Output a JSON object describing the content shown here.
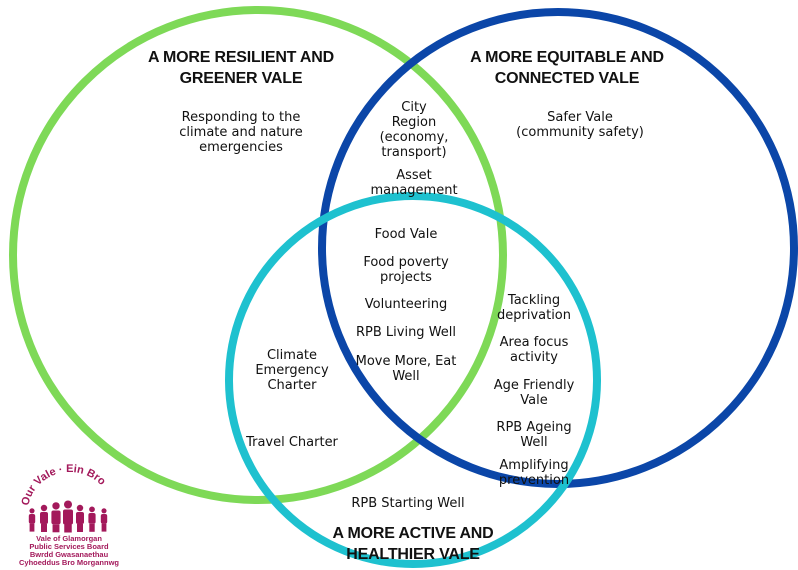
{
  "circles": {
    "resilient": {
      "color": "#7ed957",
      "title_lines": [
        "A MORE RESILIENT AND",
        "GREENER VALE"
      ],
      "items": [
        [
          "Responding to the",
          "climate and nature",
          "emergencies"
        ]
      ]
    },
    "equitable": {
      "color": "#0b46a8",
      "title_lines": [
        "A MORE EQUITABLE AND",
        "CONNECTED VALE"
      ],
      "items": [
        [
          "Safer Vale",
          "(community safety)"
        ]
      ]
    },
    "active": {
      "color": "#1ec1cf",
      "title_lines": [
        "A MORE ACTIVE AND",
        "HEALTHIER VALE"
      ],
      "items": [
        [
          "RPB Starting Well"
        ]
      ]
    }
  },
  "overlaps": {
    "resilient_equitable": [
      [
        "City",
        "Region",
        "(economy,",
        "transport)"
      ],
      [
        "Asset",
        "management"
      ]
    ],
    "all_three": [
      [
        "Food Vale"
      ],
      [
        "Food poverty",
        "projects"
      ],
      [
        "Volunteering"
      ],
      [
        "RPB Living Well"
      ],
      [
        "Move More, Eat",
        "Well"
      ]
    ],
    "resilient_active": [
      [
        "Climate",
        "Emergency",
        "Charter"
      ],
      [
        "Travel Charter"
      ]
    ],
    "equitable_active": [
      [
        "Tackling",
        "deprivation"
      ],
      [
        "Area focus",
        "activity"
      ],
      [
        "Age Friendly",
        "Vale"
      ],
      [
        "RPB Ageing",
        "Well"
      ],
      [
        "Amplifying",
        "prevention"
      ]
    ]
  },
  "logo": {
    "arc_text": "Our Vale · Ein Bro",
    "lines": [
      "Vale of Glamorgan",
      "Public Services Board",
      "Bwrdd Gwasanaethau",
      "Cyhoeddus Bro Morgannwg"
    ],
    "color": "#a3195b"
  }
}
